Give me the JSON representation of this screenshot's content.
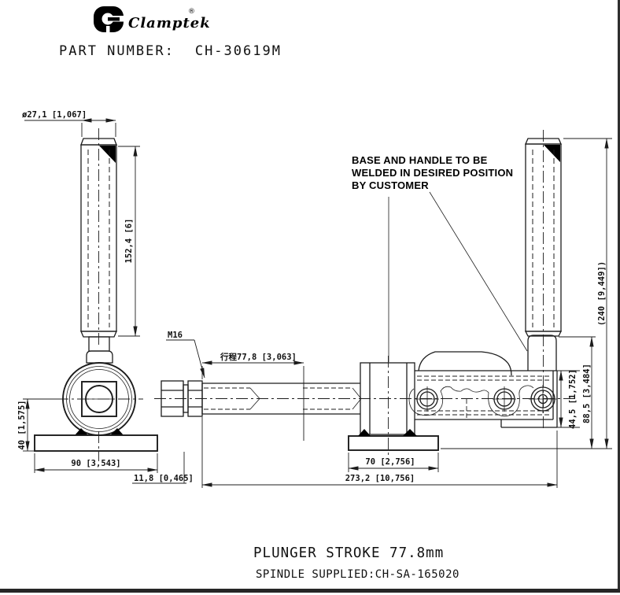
{
  "colors": {
    "line": "#1c1c1c",
    "background": "#ffffff",
    "accent": "#000000"
  },
  "logo": {
    "letter": "G",
    "brand": "Clamptek",
    "registered": "®"
  },
  "part": {
    "label": "PART NUMBER:",
    "value": "CH-30619M"
  },
  "note": {
    "lines": [
      "BASE AND HANDLE TO BE",
      "WELDED IN DESIRED POSITION",
      "BY CUSTOMER"
    ]
  },
  "dims": {
    "handle_dia": "ø27,1 [1,067]",
    "handle_len": "152,4 [6]",
    "thread": "M16",
    "stroke": "行程77,8 [3,063]",
    "base_h": "40 [1,575]",
    "base_w": "90 [3,543]",
    "offset": "11,8 [0,465]",
    "rail_h": "44,5 [1,752]",
    "body_h": "88,5 [3,484]",
    "overall_h": "(240 [9,449])",
    "base2_w": "70 [2,756]",
    "overall_l": "273,2 [10,756]"
  },
  "footer": {
    "stroke_note": "PLUNGER STROKE 77.8mm",
    "spindle_note": "SPINDLE SUPPLIED:CH-SA-165020"
  }
}
